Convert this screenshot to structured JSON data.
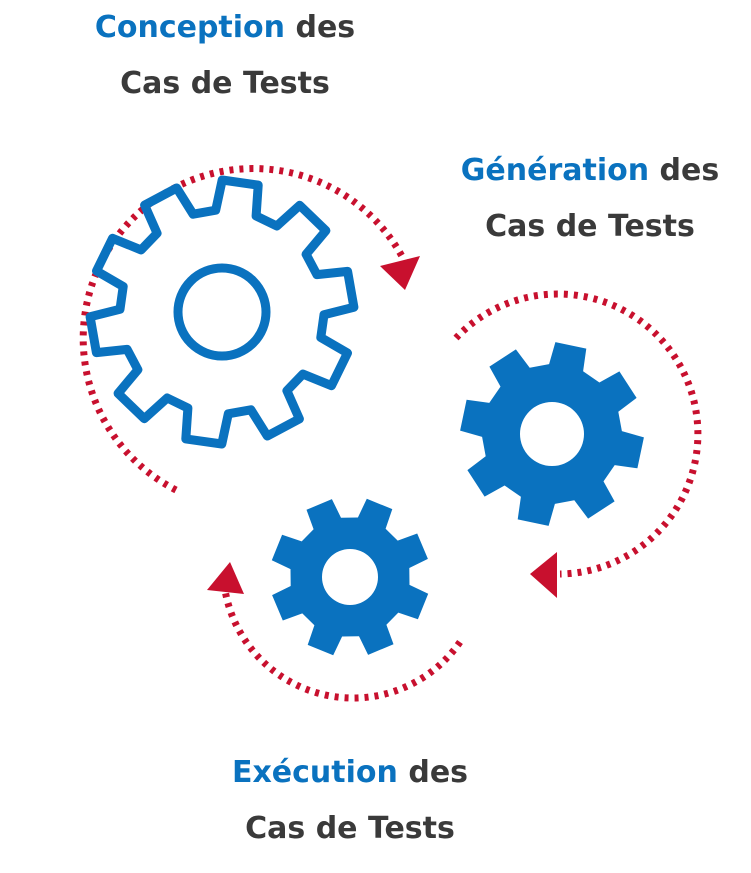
{
  "steps": [
    {
      "highlight": "Conception",
      "suffix": "des",
      "line2": "Cas de Tests"
    },
    {
      "highlight": "Génération",
      "suffix": "des",
      "line2": "Cas de Tests"
    },
    {
      "highlight": "Exécution",
      "suffix": "des",
      "line2": "Cas de Tests"
    }
  ],
  "colors": {
    "accent": "#0a72bf",
    "text": "#3a3a3a",
    "arrow": "#c8102e"
  },
  "icons": [
    "gear-icon-outline",
    "gear-icon-solid",
    "gear-icon-solid",
    "dotted-arrow"
  ]
}
